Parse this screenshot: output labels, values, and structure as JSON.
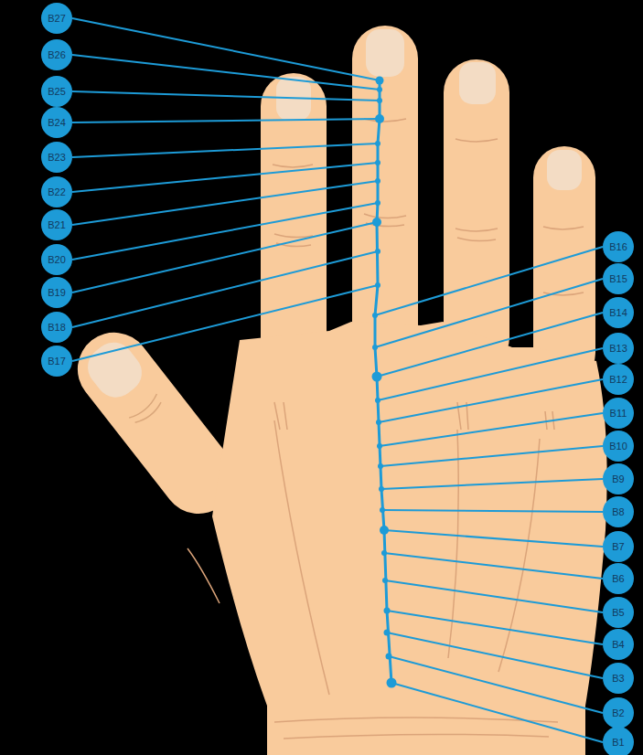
{
  "diagram": {
    "nodes": [
      {
        "text": [
          "B27"
        ]
      },
      {
        "text": [
          "B26"
        ]
      },
      {
        "text": [
          "B25"
        ]
      },
      {
        "text": [
          "B24"
        ]
      },
      {
        "text": [
          "B23"
        ]
      },
      {
        "text": [
          "B22"
        ]
      },
      {
        "text": [
          "B21"
        ]
      },
      {
        "text": [
          "B20"
        ]
      },
      {
        "text": [
          "B19"
        ]
      },
      {
        "text": [
          "B18"
        ]
      },
      {
        "text": [
          "B17"
        ]
      },
      {
        "text": [
          "B16"
        ]
      },
      {
        "text": [
          "B15"
        ]
      },
      {
        "text": [
          "B14"
        ]
      },
      {
        "text": [
          "B13"
        ]
      },
      {
        "text": [
          "B12"
        ]
      },
      {
        "text": [
          "B11"
        ]
      },
      {
        "text": [
          "B10"
        ]
      },
      {
        "text": [
          "B9"
        ]
      },
      {
        "text": [
          "B8"
        ]
      },
      {
        "text": [
          "B7"
        ]
      },
      {
        "text": [
          "B6"
        ]
      },
      {
        "text": [
          "B5"
        ]
      },
      {
        "text": [
          "B4"
        ]
      },
      {
        "text": [
          "B3"
        ]
      },
      {
        "text": [
          "B2"
        ]
      },
      {
        "text": [
          "B1"
        ]
      }
    ]
  }
}
